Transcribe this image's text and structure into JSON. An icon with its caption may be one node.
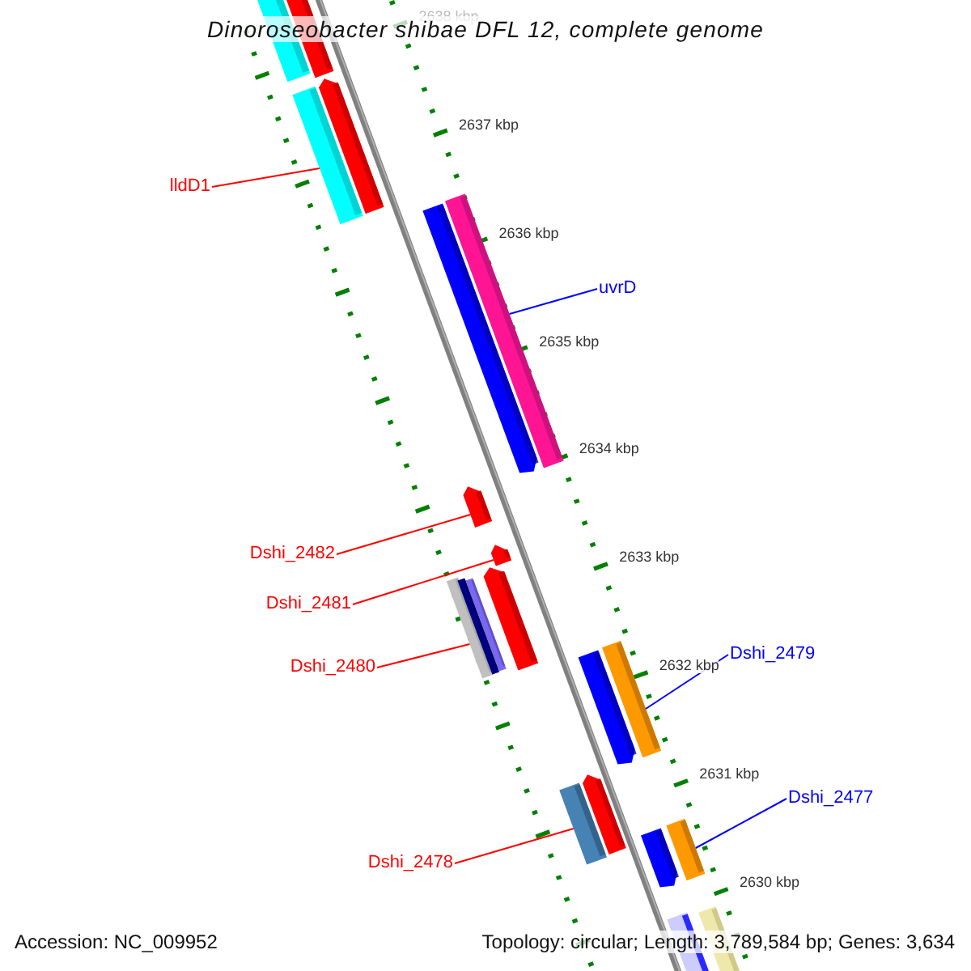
{
  "diagram": {
    "title": "Dinoroseobacter shibae DFL 12, complete genome",
    "nodes": [
      {
        "text": [
          "lldD1"
        ]
      },
      {
        "text": [],
        "shape": "bar"
      },
      {
        "text": [
          "uvrD"
        ]
      },
      {
        "text": [],
        "shape": "bar"
      },
      {
        "text": [
          "Dshi_2482"
        ]
      },
      {
        "text": [],
        "shape": "bar"
      },
      {
        "text": [
          "Dshi_2481"
        ]
      },
      {
        "text": [],
        "shape": "bar"
      },
      {
        "text": [
          "Dshi_2480"
        ]
      },
      {
        "text": [],
        "shape": "bar"
      },
      {
        "text": [
          "Dshi_2479"
        ]
      },
      {
        "text": [],
        "shape": "bar"
      },
      {
        "text": [
          "Dshi_2477"
        ]
      },
      {
        "text": [],
        "shape": "bar"
      },
      {
        "text": [
          "Dshi_2478"
        ]
      },
      {
        "text": [],
        "shape": "bar"
      }
    ],
    "edges": [
      {
        "from": 0,
        "to": 1,
        "arrow": "none"
      },
      {
        "from": 2,
        "to": 3,
        "arrow": "none",
        "color": "#0000ff"
      },
      {
        "from": 4,
        "to": 5,
        "arrow": "none"
      },
      {
        "from": 6,
        "to": 7,
        "arrow": "none"
      },
      {
        "from": 8,
        "to": 9,
        "arrow": "none"
      },
      {
        "from": 10,
        "to": 11,
        "arrow": "none",
        "color": "#0000ff"
      },
      {
        "from": 12,
        "to": 13,
        "arrow": "none",
        "color": "#0000ff"
      },
      {
        "from": 14,
        "to": 15,
        "arrow": "none"
      }
    ],
    "labels": [
      "2638 kbp",
      "2637 kbp",
      "2636 kbp",
      "2635 kbp",
      "2634 kbp",
      "2633 kbp",
      "2632 kbp",
      "2631 kbp",
      "2630 kbp",
      "Accession: NC_009952",
      "Topology: circular; Length: 3,789,584 bp; Genes: 3,634"
    ]
  }
}
